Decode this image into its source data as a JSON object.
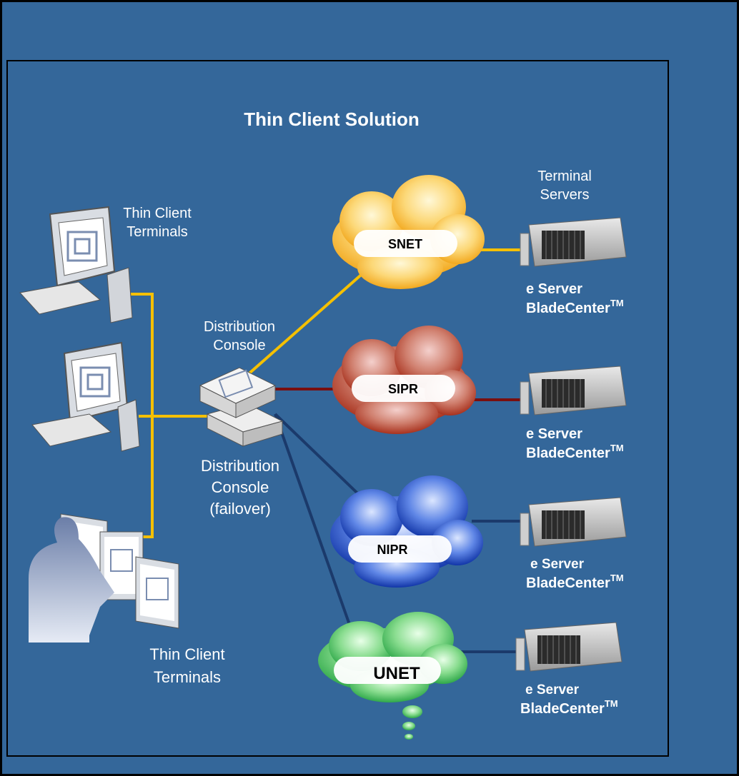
{
  "title": "Thin Client Solution",
  "labels": {
    "thin_client_top_1": "Thin Client",
    "thin_client_top_2": "Terminals",
    "dist_console_1": "Distribution",
    "dist_console_2": "Console",
    "dist_failover_1": "Distribution",
    "dist_failover_2": "Console",
    "dist_failover_3": "(failover)",
    "thin_client_bottom_1": "Thin Client",
    "thin_client_bottom_2": "Terminals",
    "terminal_servers_1": "Terminal",
    "terminal_servers_2": "Servers"
  },
  "networks": [
    {
      "name": "SNET",
      "color": "#f7c21a"
    },
    {
      "name": "SIPR",
      "color": "#b03a22"
    },
    {
      "name": "NIPR",
      "color": "#1f4fd0"
    },
    {
      "name": "UNET",
      "color": "#3fbf55"
    }
  ],
  "servers": [
    {
      "line1": "e Server",
      "line2": "BladeCenter",
      "sup": "TM"
    },
    {
      "line1": "e Server",
      "line2": "BladeCenter",
      "sup": "TM"
    },
    {
      "line1": "e Server",
      "line2": "BladeCenter",
      "sup": "TM"
    },
    {
      "line1": "e Server",
      "line2": "BladeCenter",
      "sup": "TM"
    }
  ],
  "colors": {
    "background": "#34679a",
    "frame": "#000000",
    "link_yellow": "#f5c000",
    "link_red": "#7a0f0f",
    "link_navy": "#1b3a6b"
  }
}
